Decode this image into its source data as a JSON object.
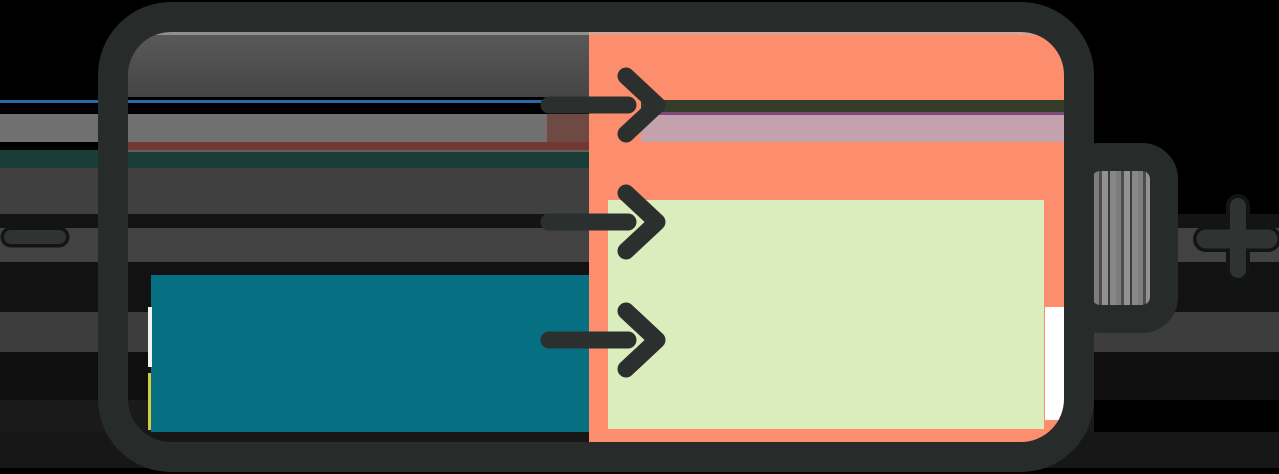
{
  "illustration": {
    "title": "Battery charge flow diagram",
    "description": "Stylized battery outline with a negative terminal on the left and a positive terminal bump on the right; a teal anode block on the left half, a salmon cathode region with a pale green block on the right half, horizontal stripe artifacts, and three dark arrows showing charge flowing from left to right",
    "terminal_labels": {
      "negative": "−",
      "positive": "+"
    },
    "arrow_count": 3,
    "arrow_direction": "right",
    "colors": {
      "background": "#000000",
      "outline": "#272c2a",
      "dark": "#2b302e",
      "salmon": "#fc8e6e",
      "green": "#dcedbd",
      "teal": "#066f82",
      "olive-band": "#333d29",
      "mauve-band": "#c3a2ad",
      "purple-line": "#7e4a78",
      "blue-line": "#2b6aa8",
      "brown-patch": "#6f4a42",
      "white-patch": "#ffffff",
      "sign-fill": "#2f3432",
      "sign-edge": "#121514"
    }
  }
}
